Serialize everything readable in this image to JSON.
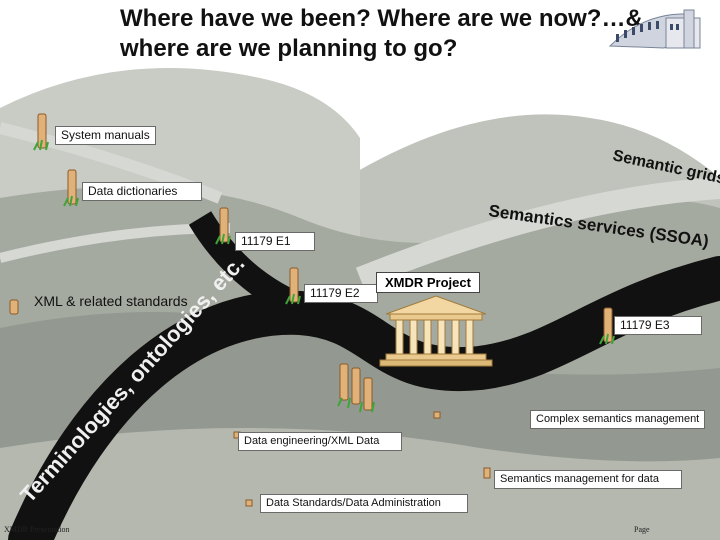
{
  "title": {
    "line1": "Where have we been? Where are we now?…&",
    "line2": "where are we planning to go?"
  },
  "milestones": {
    "system_manuals": "System manuals",
    "data_dictionaries": "Data dictionaries",
    "e1": "11179 E1",
    "e2": "11179 E2",
    "e3": "11179 E3",
    "xml_related": "XML & related standards",
    "xmdr_project": "XMDR Project",
    "complex_semantics": "Complex semantics management",
    "data_engineering": "Data engineering/XML Data",
    "semantics_mgmt": "Semantics management for data",
    "data_standards": "Data Standards/Data Administration"
  },
  "road_text": {
    "semantic_grids": "Semantic grids",
    "semantics_services": "Semantics services (SSOA)",
    "terminologies": "Terminologies, ontologies, etc."
  },
  "footer": {
    "left": "XMDR Presentation",
    "right": "Page"
  },
  "colors": {
    "sky": "#ffffff",
    "hill": "#9ea39a",
    "road": "#111111",
    "post": "#e0b27a",
    "grass": "#3fa53a"
  }
}
